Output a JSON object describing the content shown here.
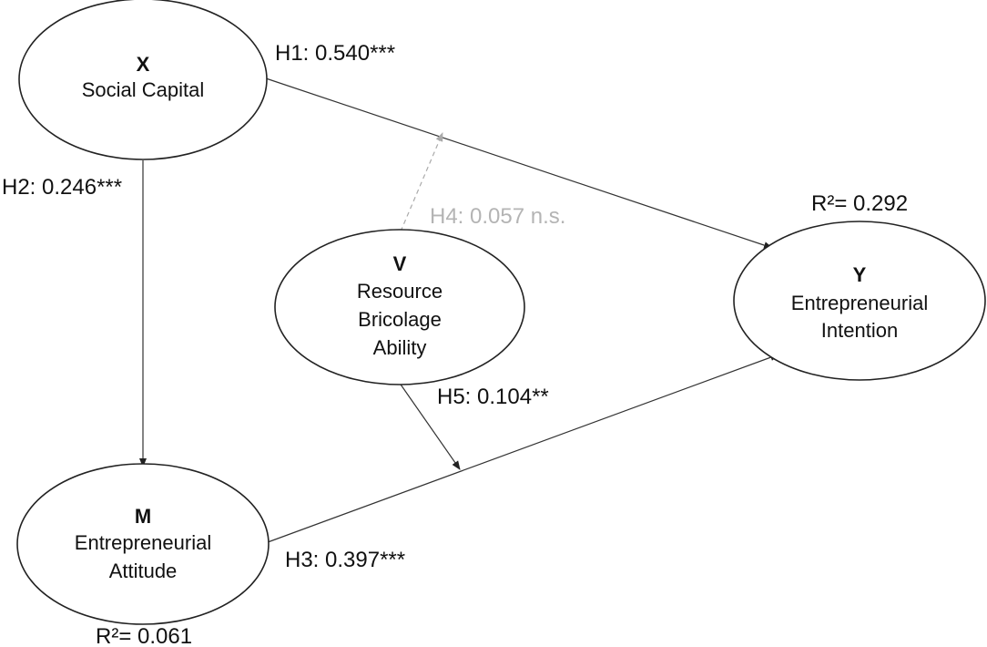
{
  "nodes": {
    "x": {
      "letter": "X",
      "name_lines": [
        "Social Capital"
      ]
    },
    "m": {
      "letter": "M",
      "name_lines": [
        "Entrepreneurial",
        "Attitude"
      ]
    },
    "v": {
      "letter": "V",
      "name_lines": [
        "Resource",
        "Bricolage",
        "Ability"
      ]
    },
    "y": {
      "letter": "Y",
      "name_lines": [
        "Entrepreneurial",
        "Intention"
      ]
    }
  },
  "paths": {
    "h1": "H1: 0.540***",
    "h2": "H2: 0.246***",
    "h3": "H3: 0.397***",
    "h4": "H4: 0.057 n.s.",
    "h5": "H5: 0.104**"
  },
  "r_squared": {
    "y": "R²= 0.292",
    "m": "R²= 0.061"
  },
  "colors": {
    "line": "#333333",
    "faded_line": "#aaaaaa",
    "faded_text": "#b4b4b4"
  }
}
